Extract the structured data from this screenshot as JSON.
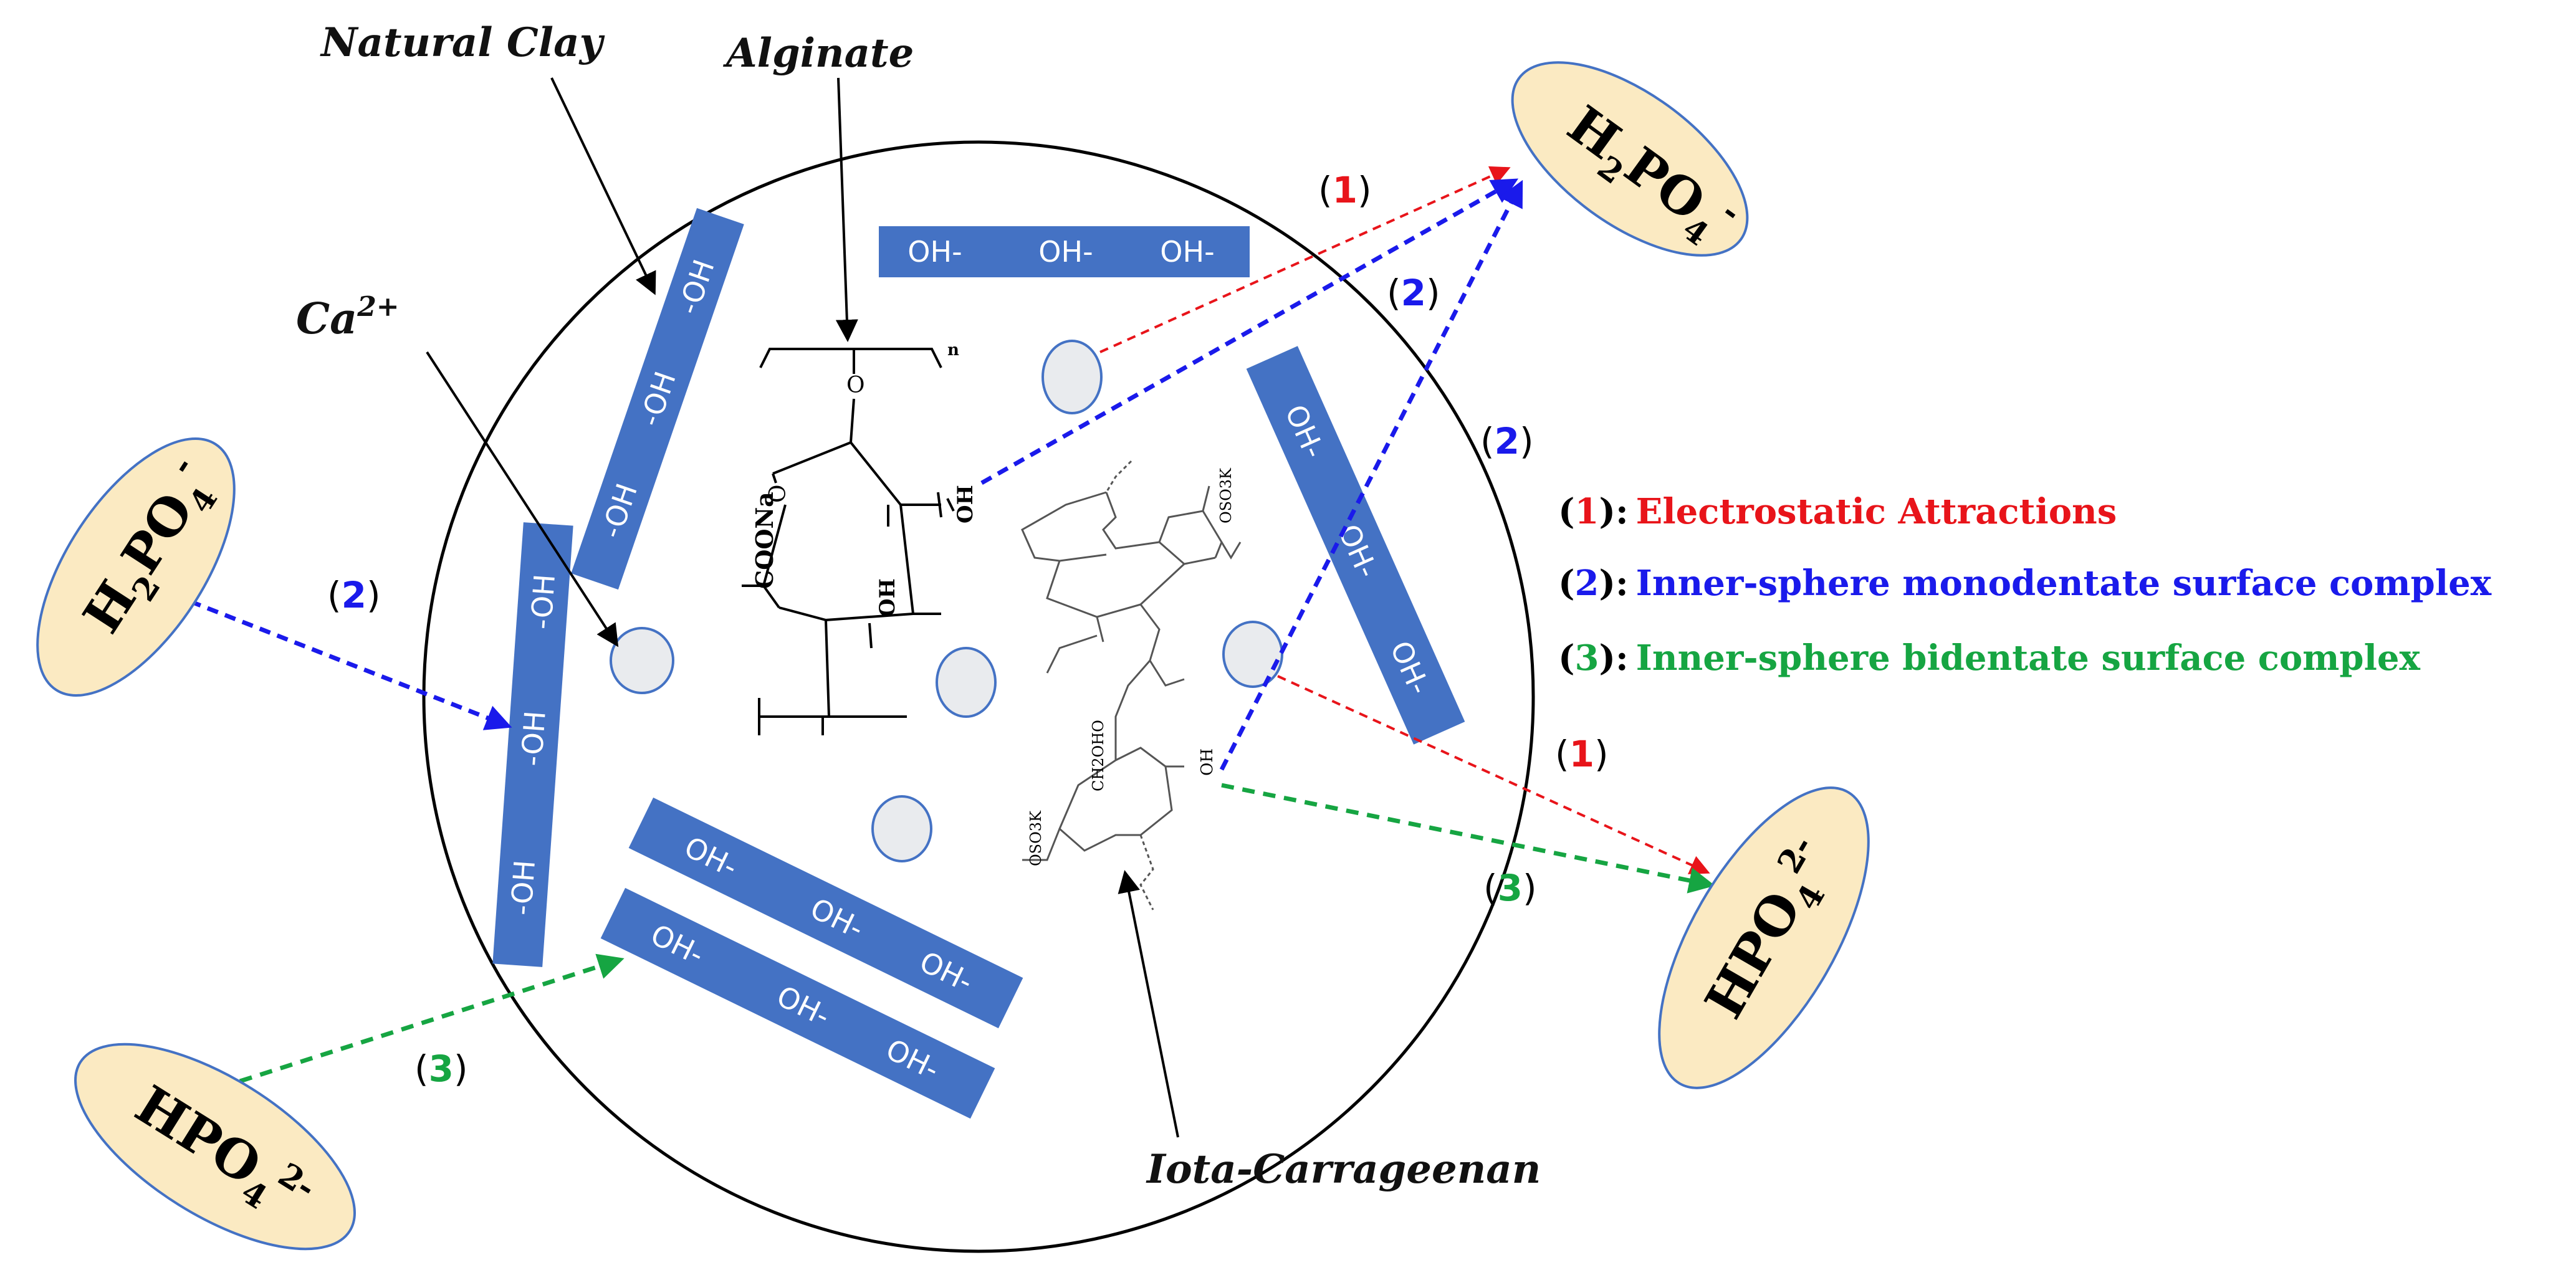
{
  "labels": {
    "natural_clay": "Natural Clay",
    "alginate": "Alginate",
    "ca": "Ca",
    "ca_charge": "2+",
    "iota": "Iota-Carrageenan"
  },
  "ions": {
    "h2po4_left": {
      "a": "H",
      "b": "2",
      "c": "PO",
      "d": "4",
      "e": "-"
    },
    "h2po4_right": {
      "a": "H",
      "b": "2",
      "c": "PO",
      "d": "4",
      "e": "-"
    },
    "hpo4_left": {
      "a": "HPO",
      "b": "4",
      "c": "2-"
    },
    "hpo4_right": {
      "a": "HPO",
      "b": "4",
      "c": "2-"
    }
  },
  "oh": "OH-",
  "oh_flipped": "-OH",
  "chem": {
    "coona": "COONa",
    "oh": "OH",
    "o": "O",
    "n": "n",
    "oso3k": "OSO3K",
    "ch2oh": "CH2OHO"
  },
  "markers": {
    "one": "1",
    "two": "2",
    "three": "3",
    "open": "(",
    "close": ")"
  },
  "legend": {
    "item1": {
      "num": "1",
      "text": "Electrostatic Attractions"
    },
    "item2": {
      "num": "2",
      "text": "Inner-sphere monodentate surface complex"
    },
    "item3": {
      "num": "3",
      "text": "Inner-sphere bidentate surface complex"
    },
    "sep": "):",
    "open": "("
  },
  "colors": {
    "red": "#e8141a",
    "blue": "#1a1aeb",
    "green": "#16a542",
    "bar": "#4472c4",
    "ion_fill": "#fbeac2",
    "bead_fill": "#e9ebee"
  }
}
